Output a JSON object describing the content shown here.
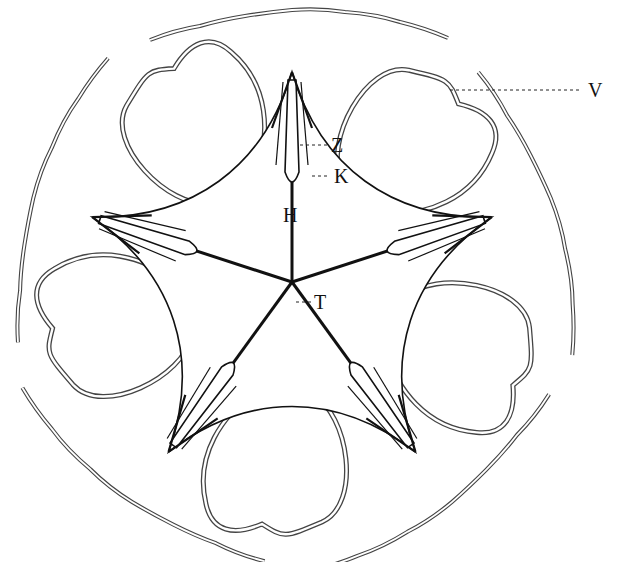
{
  "diagram": {
    "labels": [
      "V",
      "Z",
      "K",
      "H",
      "T"
    ]
  }
}
